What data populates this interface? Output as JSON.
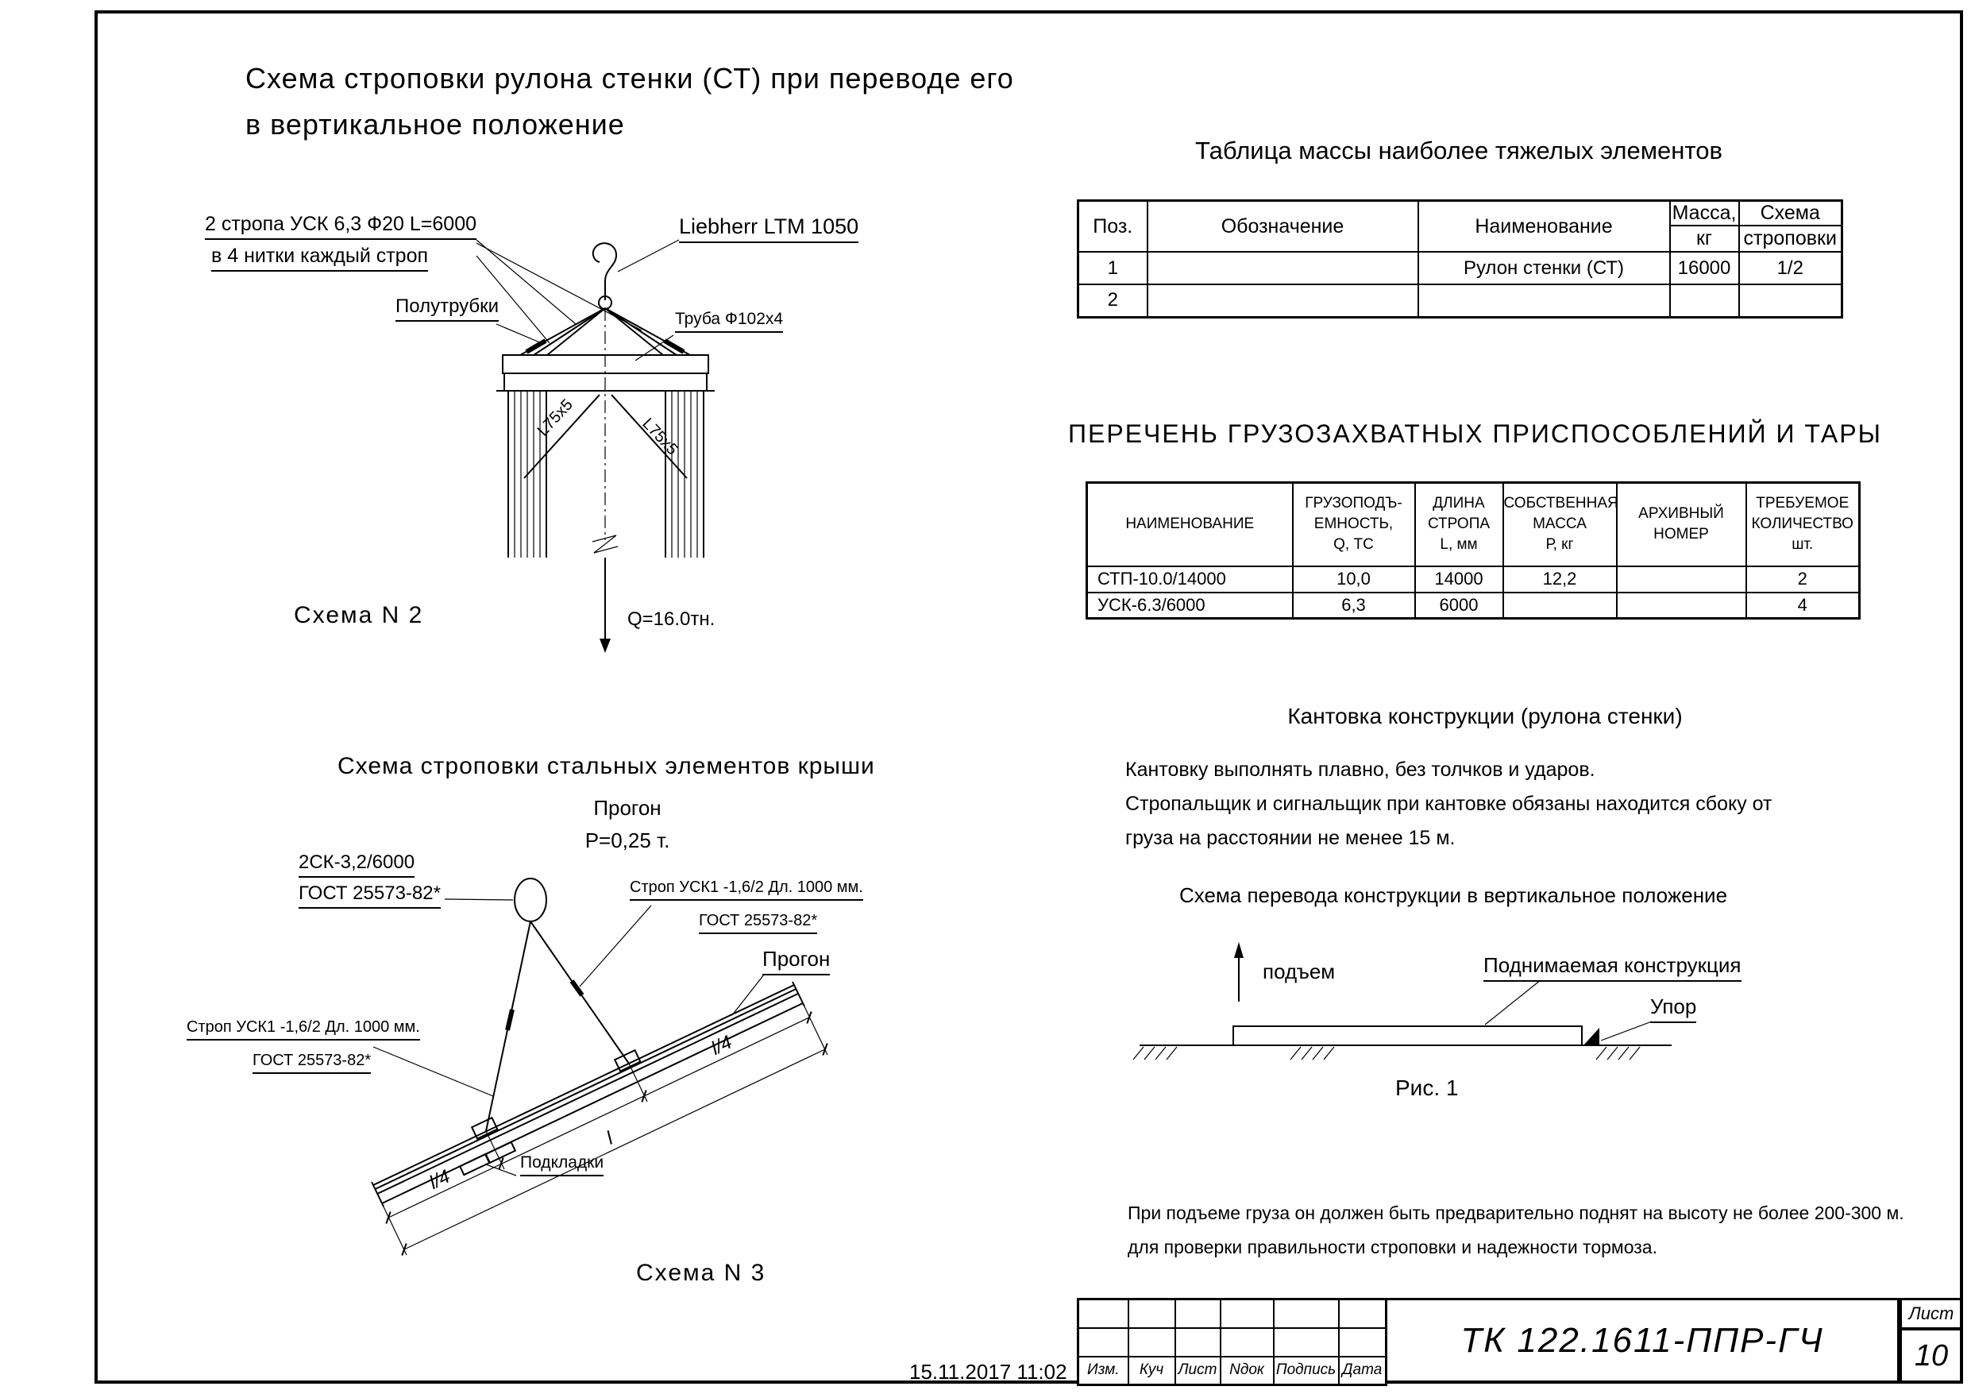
{
  "scheme2": {
    "title_line1": "Схема строповки рулона стенки (СТ) при переводе его",
    "title_line2": "в вертикальное положение",
    "sling_note_line1": "2 стропа УСК 6,3 Ф20 L=6000",
    "sling_note_line2": "в 4 нитки каждый строп",
    "crane_label": "Liebherr  LTM 1050",
    "half_tubes_label": "Полутрубки",
    "tube_label": "Труба Ф102х4",
    "angle_left_label": "L75х5",
    "angle_right_label": "L75х5",
    "caption": "Схема N 2",
    "load_label": "Q=16.0тн."
  },
  "mass_table": {
    "title": "Таблица массы наиболее тяжелых элементов",
    "col_pos": "Поз.",
    "col_designation": "Обозначение",
    "col_name": "Наименование",
    "col_mass_top": "Масса,",
    "col_mass_bottom": "кг",
    "col_scheme_top": "Схема",
    "col_scheme_bottom": "строповки",
    "rows": [
      {
        "pos": "1",
        "designation": "",
        "name": "Рулон стенки (СТ)",
        "mass": "16000",
        "scheme": "1/2"
      },
      {
        "pos": "2",
        "designation": "",
        "name": "",
        "mass": "",
        "scheme": ""
      }
    ]
  },
  "equipment_table": {
    "title": "ПЕРЕЧЕНЬ  ГРУЗОЗАХВАТНЫХ  ПРИСПОСОБЛЕНИЙ  И  ТАРЫ",
    "headers": {
      "name": "НАИМЕНОВАНИЕ",
      "capacity": "ГРУЗОПОДЪ-\nЕМНОСТЬ,\nQ,  ТС",
      "length": "ДЛИНА\nСТРОПА\nL,  мм",
      "own_mass": "СОБСТВЕННАЯ\nМАССА\nР,  кг",
      "archive": "АРХИВНЫЙ  НОМЕР",
      "qty": "ТРЕБУЕМОЕ\nКОЛИЧЕСТВО\nшт."
    },
    "rows": [
      {
        "name": "СТП-10.0/14000",
        "capacity": "10,0",
        "length": "14000",
        "own_mass": "12,2",
        "archive": "",
        "qty": "2"
      },
      {
        "name": "УСК-6.3/6000",
        "capacity": "6,3",
        "length": "6000",
        "own_mass": "",
        "archive": "",
        "qty": "4"
      }
    ]
  },
  "kantovka": {
    "title": "Кантовка конструкции (рулона стенки)",
    "line1": "Кантовку выполнять плавно, без толчков и ударов.",
    "line2": "Стропальщик и сигнальщик при кантовке обязаны находится сбоку от",
    "line3": "груза на расстоянии не менее 15 м."
  },
  "perevod": {
    "title": "Схема перевода конструкции в вертикальное положение",
    "lift_label": "подъем",
    "structure_label": "Поднимаемая конструкция",
    "stop_label": "Упор",
    "figure_caption": "Рис. 1"
  },
  "scheme3": {
    "title": "Схема строповки стальных элементов крыши",
    "purlin_label": "Прогон",
    "purlin_weight": "P=0,25 т.",
    "sling_2sk_line1": "2СК-3,2/6000",
    "sling_2sk_line2": "ГОСТ 25573-82*",
    "strop_right_line1": "Строп УСК1 -1,6/2 Дл. 1000 мм.",
    "strop_right_line2": "ГОСТ 25573-82*",
    "purlin_pointer_label": "Прогон",
    "strop_left_line1": "Строп УСК1 -1,6/2 Дл. 1000 мм.",
    "strop_left_line2": "ГОСТ 25573-82*",
    "pads_label": "Подкладки",
    "dim_quarter": "l/4",
    "dim_total": "l",
    "caption": "Схема N 3"
  },
  "note": {
    "line1": "При подъеме груза он должен быть предварительно поднят на высоту не более 200-300 м.",
    "line2": "для проверки правильности строповки и надежности тормоза."
  },
  "title_block": {
    "doc_number": "ТК 122.1611-ППР-ГЧ",
    "sheet_label": "Лист",
    "sheet_number": "10",
    "rev_columns": [
      "Изм.",
      "Куч",
      "Лист",
      "Nдок",
      "Подпись",
      "Дата"
    ]
  },
  "footer": {
    "timestamp": "15.11.2017 11:02"
  }
}
